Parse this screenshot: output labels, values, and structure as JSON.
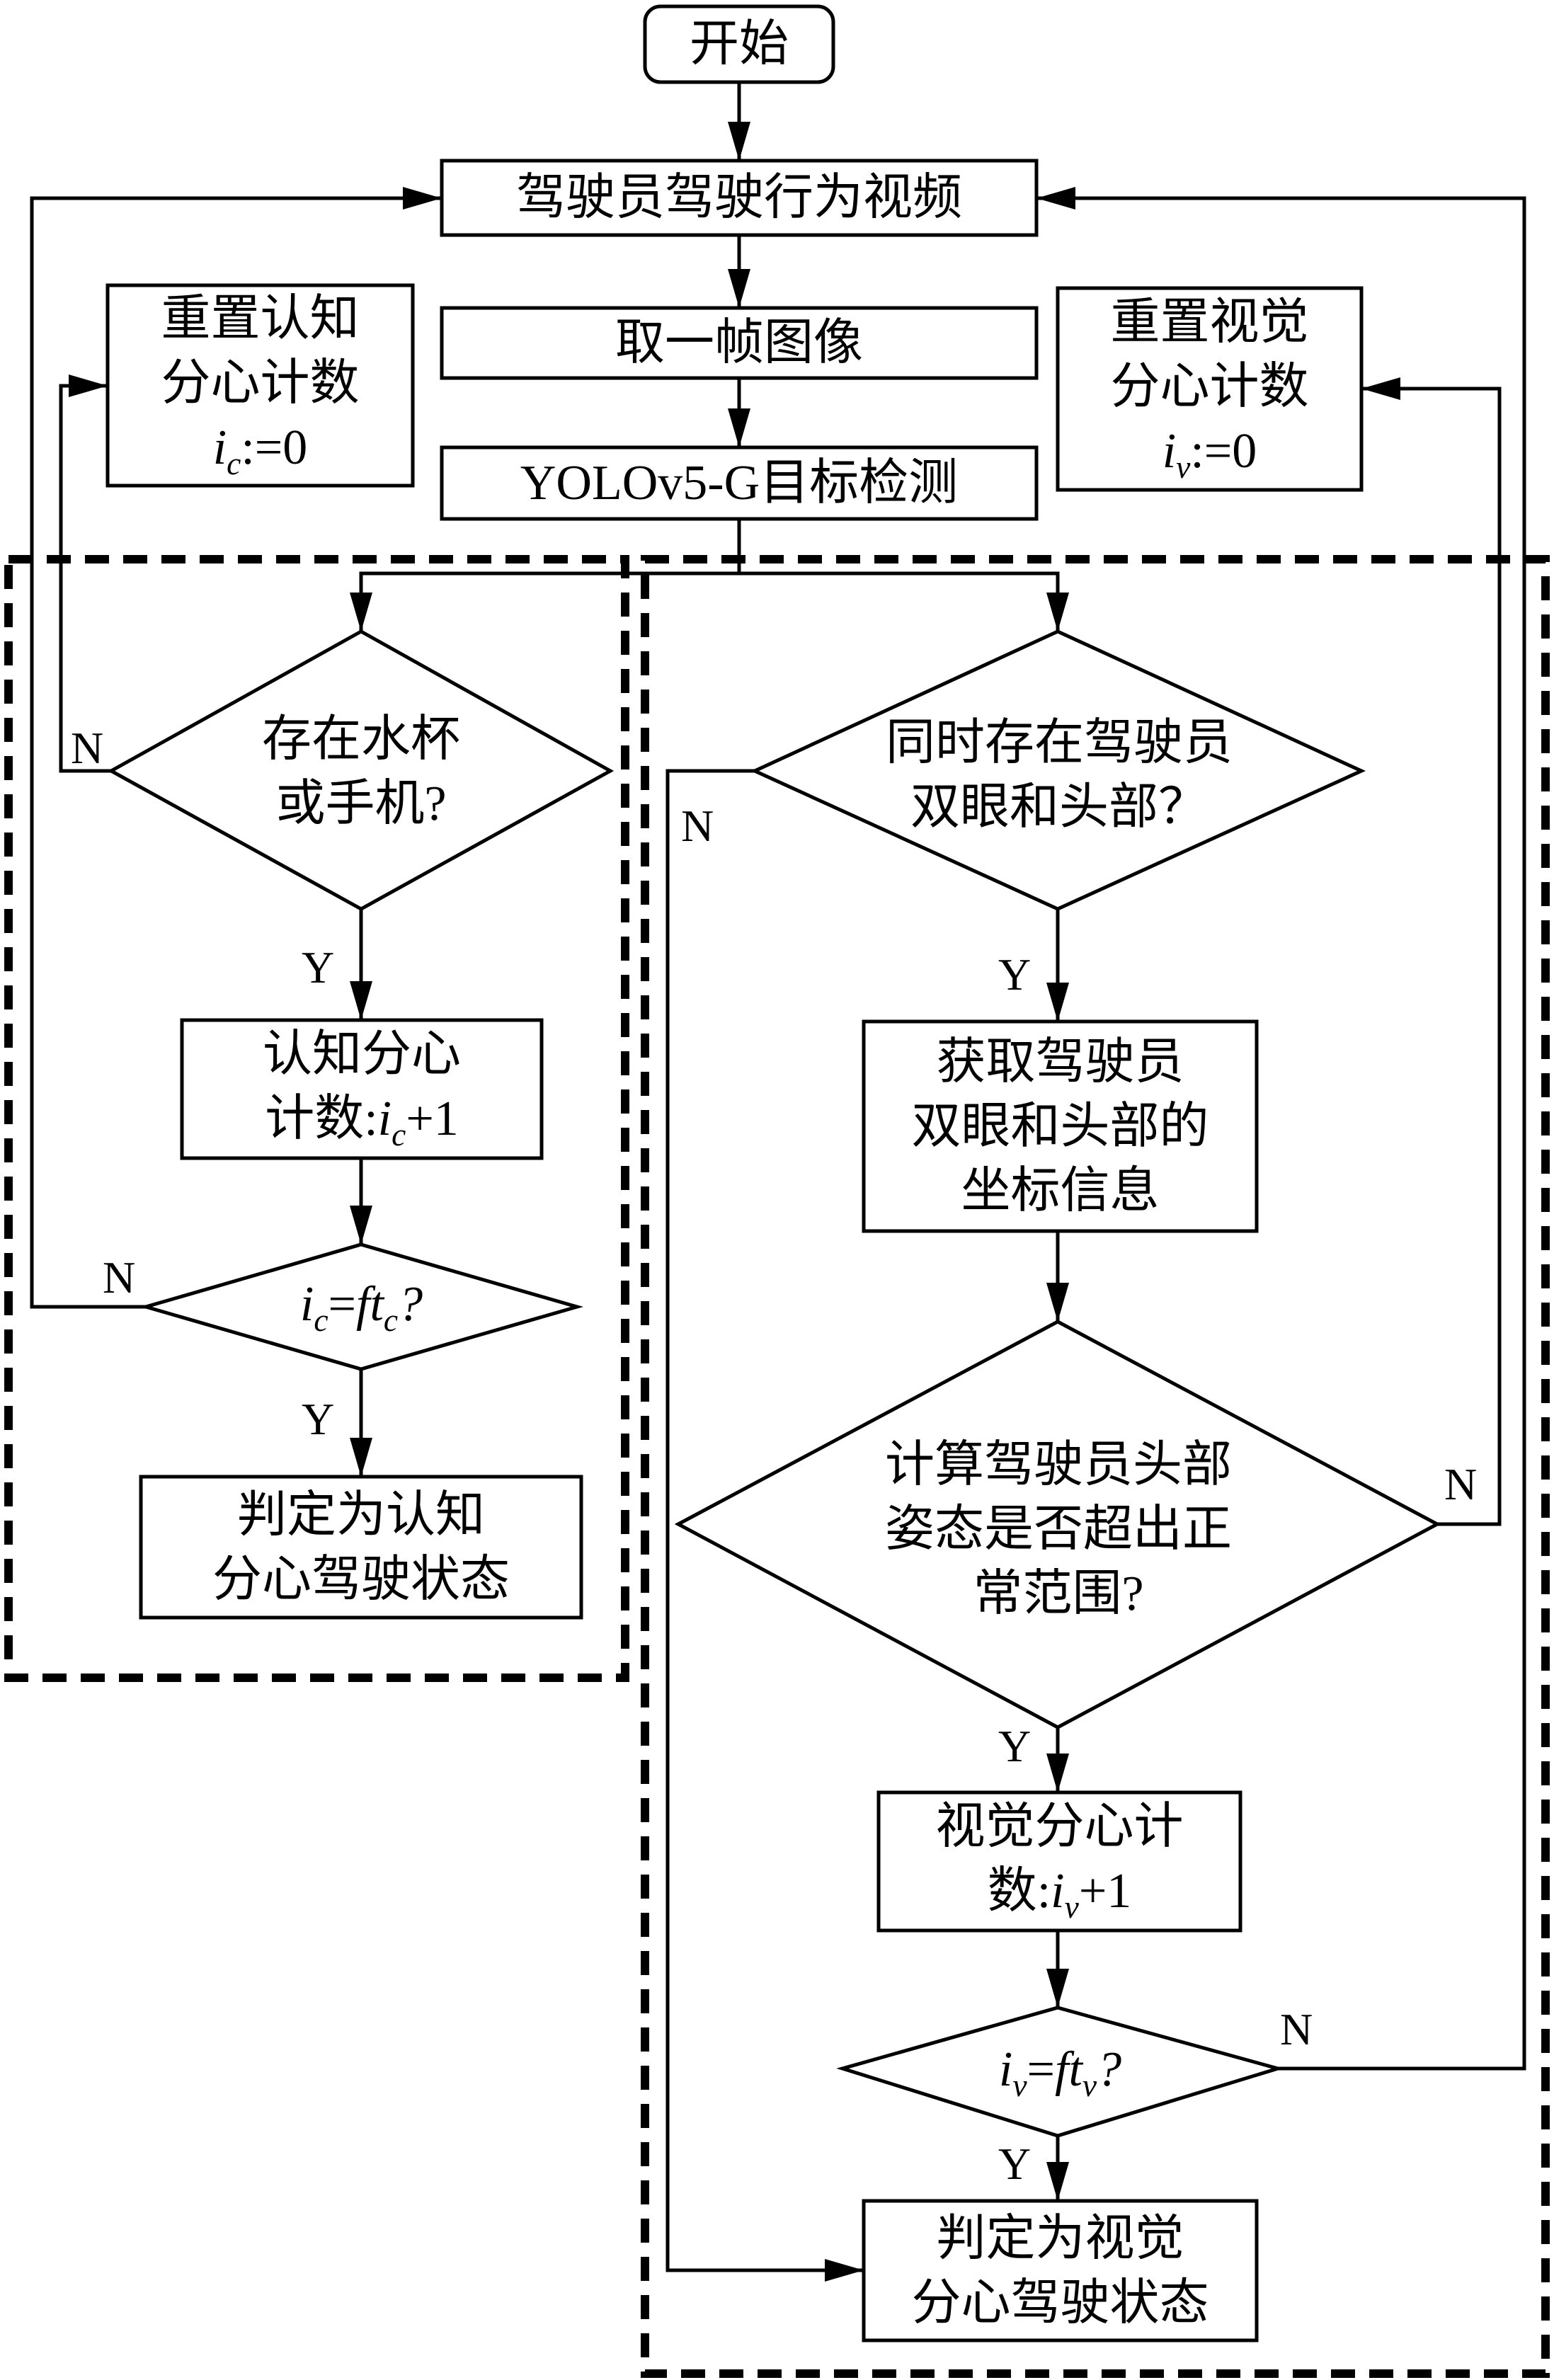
{
  "title": "Driver distraction detection flowchart",
  "nodes": {
    "start": "开始",
    "video": "驾驶员驾驶行为视频",
    "frame": "取一帧图像",
    "detect": "YOLOv5-G目标检测",
    "reset_cognitive": {
      "line1": "重置认知",
      "line2": "分心计数",
      "var": "i",
      "sub": "c",
      "rest": ":=0"
    },
    "reset_visual": {
      "line1": "重置视觉",
      "line2": "分心计数",
      "var": "i",
      "sub": "v",
      "rest": ":=0"
    },
    "cup_phone_decision": "存在水杯\n或手机?",
    "cognitive_count": {
      "line1": "认知分心",
      "prefix": "计数:",
      "var": "i",
      "sub": "c",
      "rest": "+1"
    },
    "cognitive_threshold": {
      "var": "i",
      "sub": "c",
      "eq": "=",
      "var2": "ft",
      "sub2": "c",
      "q": "?"
    },
    "cognitive_result": "判定为认知\n分心驾驶状态",
    "eyes_head_decision": "同时存在驾驶员\n双眼和头部？",
    "coords": "获取驾驶员\n双眼和头部的\n坐标信息",
    "head_pose_decision": "计算驾驶员头部\n姿态是否超出正\n常范围?",
    "visual_count": {
      "line1": "视觉分心计",
      "prefix": "数:",
      "var": "i",
      "sub": "v",
      "rest": "+1"
    },
    "visual_threshold": {
      "var": "i",
      "sub": "v",
      "eq": "=",
      "var2": "ft",
      "sub2": "v",
      "q": "?"
    },
    "visual_result": "判定为视觉\n分心驾驶状态"
  },
  "branch_labels": {
    "yes": "Y",
    "no": "N"
  }
}
